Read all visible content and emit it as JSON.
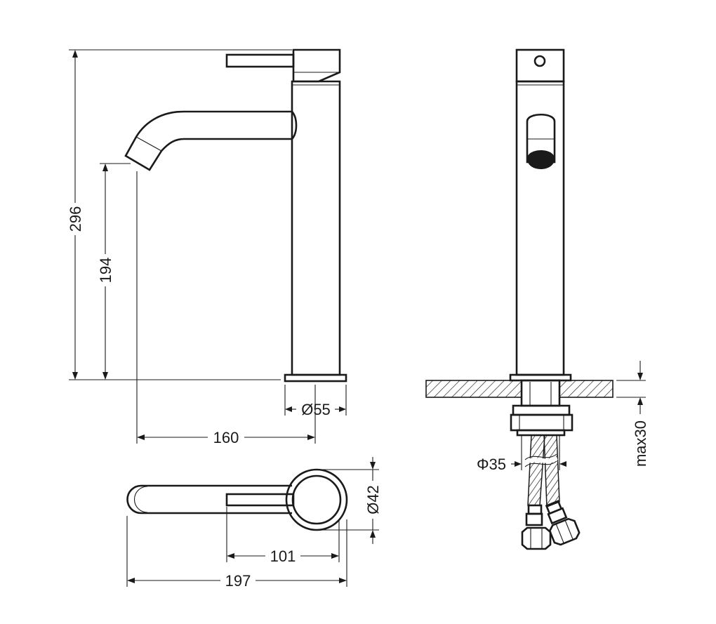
{
  "dimensions": {
    "total_height": "296",
    "spout_height": "194",
    "base_diameter": "Ø55",
    "spout_reach": "160",
    "body_diameter": "Ø42",
    "lever_length": "101",
    "total_length": "197",
    "thread_diameter": "Φ35",
    "max_deck_thickness": "max30"
  }
}
